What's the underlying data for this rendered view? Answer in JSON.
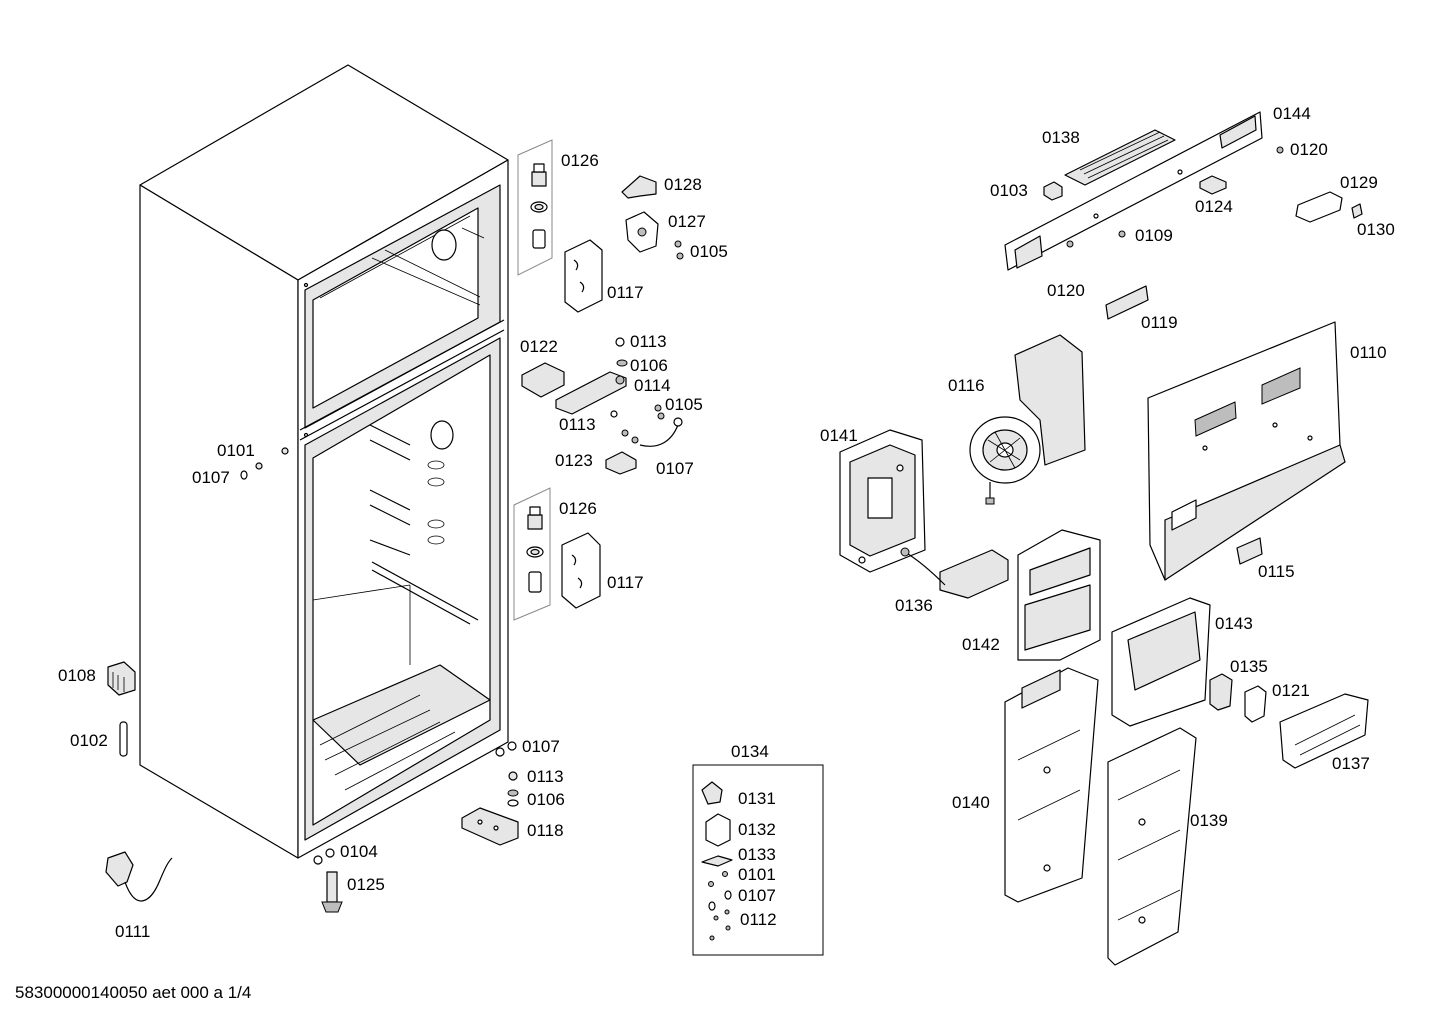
{
  "document_code": "58300000140050 aet 000 a 1/4",
  "kit_title": "0134",
  "callouts": [
    {
      "id": "c0101a",
      "text": "0101"
    },
    {
      "id": "c0107a",
      "text": "0107"
    },
    {
      "id": "c0108",
      "text": "0108"
    },
    {
      "id": "c0102",
      "text": "0102"
    },
    {
      "id": "c0111",
      "text": "0111"
    },
    {
      "id": "c0104",
      "text": "0104"
    },
    {
      "id": "c0125",
      "text": "0125"
    },
    {
      "id": "c0107b",
      "text": "0107"
    },
    {
      "id": "c0113a",
      "text": "0113"
    },
    {
      "id": "c0106a",
      "text": "0106"
    },
    {
      "id": "c0118",
      "text": "0118"
    },
    {
      "id": "c0126a",
      "text": "0126"
    },
    {
      "id": "c0128",
      "text": "0128"
    },
    {
      "id": "c0127",
      "text": "0127"
    },
    {
      "id": "c0105a",
      "text": "0105"
    },
    {
      "id": "c0117a",
      "text": "0117"
    },
    {
      "id": "c0122",
      "text": "0122"
    },
    {
      "id": "c0113b",
      "text": "0113"
    },
    {
      "id": "c0106b",
      "text": "0106"
    },
    {
      "id": "c0114",
      "text": "0114"
    },
    {
      "id": "c0105b",
      "text": "0105"
    },
    {
      "id": "c0113c",
      "text": "0113"
    },
    {
      "id": "c0123",
      "text": "0123"
    },
    {
      "id": "c0107c",
      "text": "0107"
    },
    {
      "id": "c0126b",
      "text": "0126"
    },
    {
      "id": "c0117b",
      "text": "0117"
    },
    {
      "id": "c0131",
      "text": "0131"
    },
    {
      "id": "c0132",
      "text": "0132"
    },
    {
      "id": "c0133",
      "text": "0133"
    },
    {
      "id": "c0101b",
      "text": "0101"
    },
    {
      "id": "c0107d",
      "text": "0107"
    },
    {
      "id": "c0112",
      "text": "0112"
    },
    {
      "id": "c0138",
      "text": "0138"
    },
    {
      "id": "c0144",
      "text": "0144"
    },
    {
      "id": "c0120a",
      "text": "0120"
    },
    {
      "id": "c0103",
      "text": "0103"
    },
    {
      "id": "c0124",
      "text": "0124"
    },
    {
      "id": "c0129",
      "text": "0129"
    },
    {
      "id": "c0130",
      "text": "0130"
    },
    {
      "id": "c0109",
      "text": "0109"
    },
    {
      "id": "c0120b",
      "text": "0120"
    },
    {
      "id": "c0119",
      "text": "0119"
    },
    {
      "id": "c0110",
      "text": "0110"
    },
    {
      "id": "c0116",
      "text": "0116"
    },
    {
      "id": "c0141",
      "text": "0141"
    },
    {
      "id": "c0115",
      "text": "0115"
    },
    {
      "id": "c0136",
      "text": "0136"
    },
    {
      "id": "c0142",
      "text": "0142"
    },
    {
      "id": "c0143",
      "text": "0143"
    },
    {
      "id": "c0135",
      "text": "0135"
    },
    {
      "id": "c0121",
      "text": "0121"
    },
    {
      "id": "c0137",
      "text": "0137"
    },
    {
      "id": "c0140",
      "text": "0140"
    },
    {
      "id": "c0139",
      "text": "0139"
    }
  ]
}
